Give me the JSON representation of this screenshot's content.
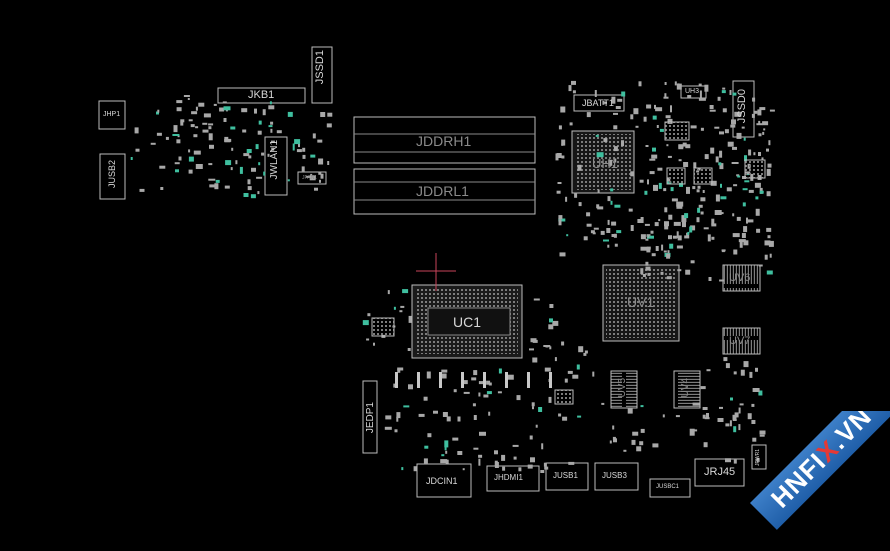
{
  "board": {
    "labels": {
      "jkb1": "JKB1",
      "jssd1": "JSSD1",
      "jhp1": "JHP1",
      "jusb2": "JUSB2",
      "jwlan1": "JWLAN1",
      "jfan1": "JFAN1",
      "jddrh1": "JDDRH1",
      "jddrl1": "JDDRL1",
      "jbatt1": "JBATT1",
      "uh3": "UH3",
      "jssd0": "JSSD0",
      "uh1": "UH1",
      "uc1": "UC1",
      "uv1": "UV1",
      "uv6": "UV6",
      "uv7": "UV7",
      "uv5": "UV5",
      "uv4": "UV4",
      "jedp1": "JEDP1",
      "jdcin1": "JDCIN1",
      "jhdmi1": "JHDMI1",
      "jusb1": "JUSB1",
      "jusb3": "JUSB3",
      "jusbc1": "JUSBC1",
      "jrj45": "JRJ45",
      "jpwr1": "JPWR1"
    },
    "colors": {
      "background": "#000000",
      "outline": "#bdbdbd",
      "component": "#c8c8c8",
      "pad": "#9a9a9a",
      "marker": "#c9455a",
      "via": "#3fbf9f"
    }
  },
  "watermark": {
    "prefix": "HNFI",
    "x": "X",
    "suffix": ".VN",
    "colors": {
      "band": "#2a6cb8",
      "text": "#ffffff",
      "x": "#e53935"
    }
  }
}
